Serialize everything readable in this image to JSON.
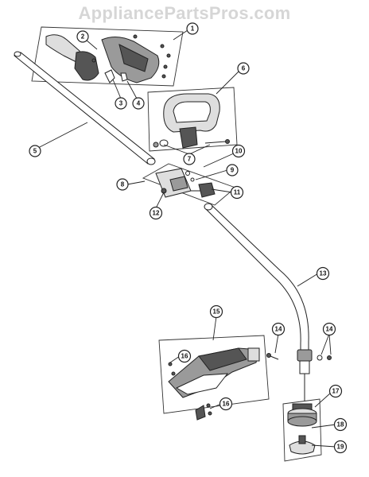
{
  "watermark": "AppliancePartsPros.com",
  "callouts": [
    {
      "id": "c1",
      "label": "1"
    },
    {
      "id": "c2",
      "label": "2"
    },
    {
      "id": "c3",
      "label": "3"
    },
    {
      "id": "c4",
      "label": "4"
    },
    {
      "id": "c5",
      "label": "5"
    },
    {
      "id": "c6",
      "label": "6"
    },
    {
      "id": "c7",
      "label": "7"
    },
    {
      "id": "c8",
      "label": "8"
    },
    {
      "id": "c9",
      "label": "9"
    },
    {
      "id": "c10",
      "label": "10"
    },
    {
      "id": "c11",
      "label": "11"
    },
    {
      "id": "c12",
      "label": "12"
    },
    {
      "id": "c13",
      "label": "13"
    },
    {
      "id": "c14a",
      "label": "14"
    },
    {
      "id": "c14b",
      "label": "14"
    },
    {
      "id": "c15",
      "label": "15"
    },
    {
      "id": "c16a",
      "label": "16"
    },
    {
      "id": "c16b",
      "label": "16"
    },
    {
      "id": "c17",
      "label": "17"
    },
    {
      "id": "c18",
      "label": "18"
    },
    {
      "id": "c19",
      "label": "19"
    }
  ]
}
